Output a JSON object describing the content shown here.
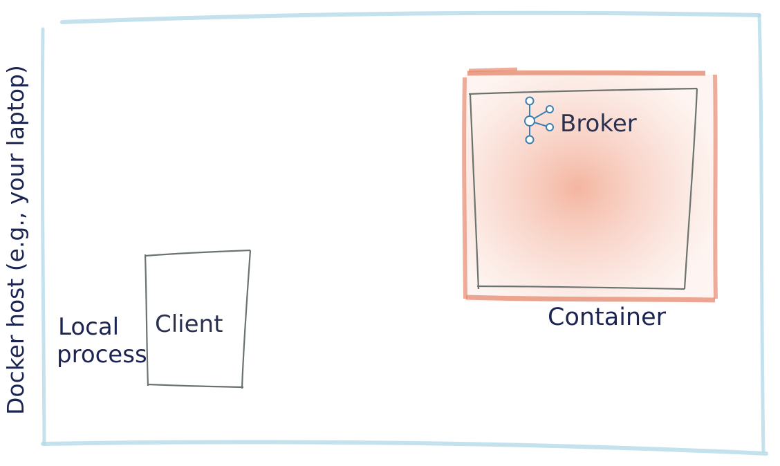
{
  "diagram": {
    "host_label": "Docker host (e.g., your laptop)",
    "local_process_label_line1": "Local",
    "local_process_label_line2": "process",
    "client_label": "Client",
    "container_label": "Container",
    "broker_label": "Broker",
    "broker_icon": "kafka-broker-icon",
    "colors": {
      "host_border": "#a9d3e6",
      "container_border": "#e58a6f",
      "container_fill": "#f4b7a3",
      "box_stroke": "#6b736e",
      "label_text": "#1c2452",
      "icon": "#3c7fb1"
    }
  }
}
